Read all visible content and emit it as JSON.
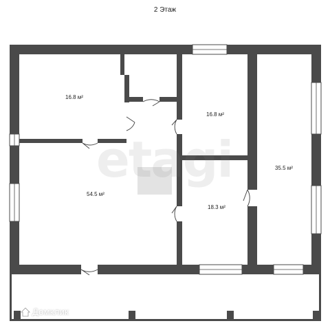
{
  "floor_title": "2 Этаж",
  "rooms": [
    {
      "id": "room-top-left",
      "area": "16.8 м²"
    },
    {
      "id": "room-center-right",
      "area": "16.8 м²"
    },
    {
      "id": "room-living",
      "area": "54.5 м²"
    },
    {
      "id": "room-small",
      "area": "18.3 м²"
    },
    {
      "id": "room-right",
      "area": "35.5 м²"
    }
  ],
  "watermark": "etagi",
  "brand": "Домклик",
  "colors": {
    "wall": "#4a4a4a",
    "background": "#ffffff",
    "text": "#222222",
    "watermark": "#c8c8c8"
  }
}
